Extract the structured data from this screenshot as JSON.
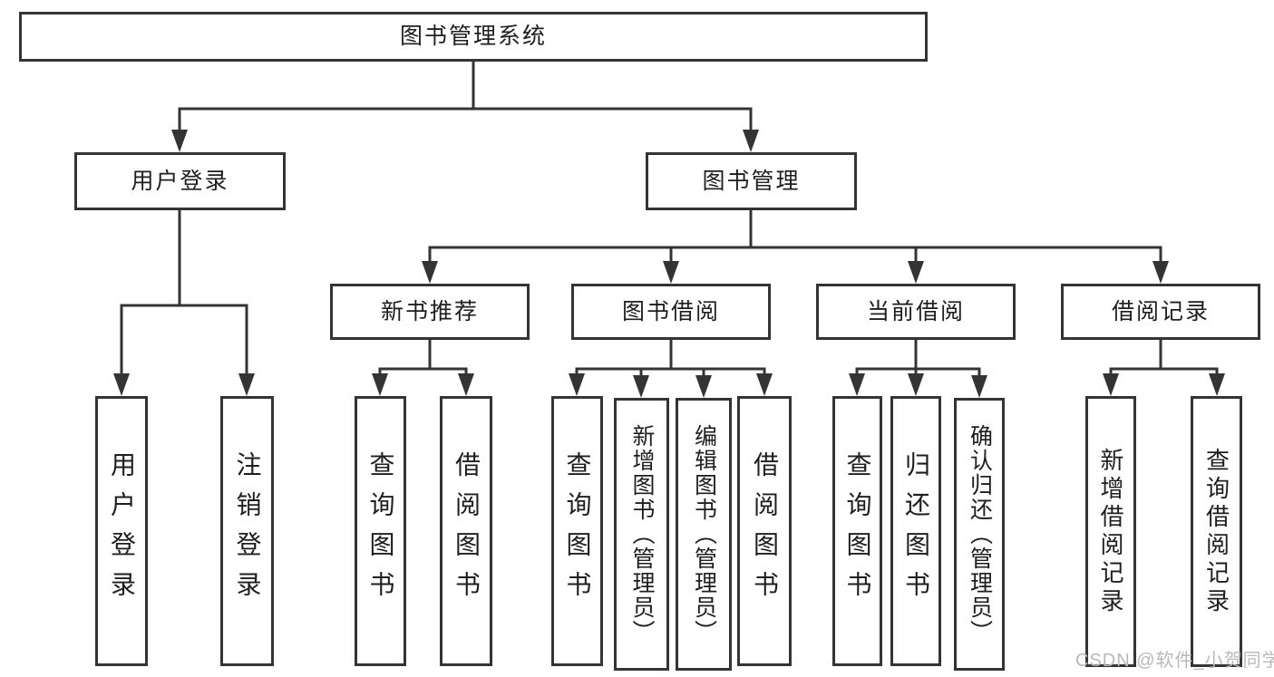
{
  "root": {
    "label": "图书管理系统"
  },
  "level2": {
    "user_login": {
      "label": "用户登录"
    },
    "book_mgmt": {
      "label": "图书管理"
    }
  },
  "level3": {
    "new_book_rec": {
      "label": "新书推荐"
    },
    "book_borrow": {
      "label": "图书借阅"
    },
    "current_borrow": {
      "label": "当前借阅"
    },
    "borrow_records": {
      "label": "借阅记录"
    }
  },
  "leaves": {
    "user_login": {
      "label": "用户登录"
    },
    "logout": {
      "label": "注销登录"
    },
    "rec_query_books": {
      "label": "查询图书"
    },
    "rec_borrow_books": {
      "label": "借阅图书"
    },
    "borrow_query_books": {
      "label": "查询图书"
    },
    "borrow_add_books": {
      "label": "新增图书（管理员）"
    },
    "borrow_edit_books": {
      "label": "编辑图书（管理员）"
    },
    "borrow_borrow_books": {
      "label": "借阅图书"
    },
    "current_query_books": {
      "label": "查询图书"
    },
    "current_return_books": {
      "label": "归还图书"
    },
    "current_confirm_return": {
      "label": "确认归还（管理员）"
    },
    "records_add": {
      "label": "新增借阅记录"
    },
    "records_query": {
      "label": "查询借阅记录"
    }
  },
  "watermark": {
    "text": "CSDN @软件_小贺同学"
  },
  "colors": {
    "line": "#343434",
    "text": "#1e1e1e",
    "watermark": "#b9b9b9",
    "background": "#ffffff"
  }
}
